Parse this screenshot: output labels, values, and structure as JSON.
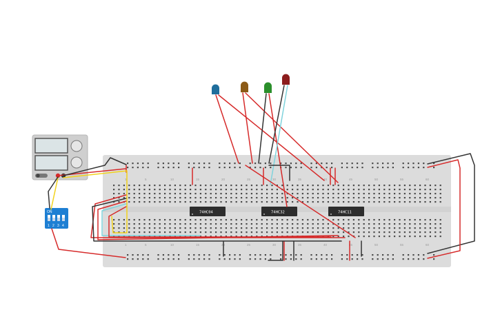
{
  "chips": [
    {
      "label": "74HC04"
    },
    {
      "label": "74HC32"
    },
    {
      "label": "74HC11"
    }
  ],
  "column_numbers": [
    "1",
    "5",
    "10",
    "15",
    "20",
    "25",
    "30",
    "35",
    "40",
    "45",
    "50",
    "55",
    "60"
  ],
  "dip_switch": {
    "on_label": "ON",
    "positions": [
      "1",
      "2",
      "3",
      "4"
    ]
  },
  "colors": {
    "board": "#dcdcdc",
    "wire_red": "#d62a2a",
    "wire_black": "#333333",
    "wire_yellow": "#f2d21b",
    "wire_cyan": "#7fd3dc",
    "led_blue": "#1f6e9c",
    "led_brown": "#8b5a16",
    "led_green": "#2b8f2b",
    "led_red": "#8c1d1d",
    "dip_blue": "#1e7fd3"
  }
}
